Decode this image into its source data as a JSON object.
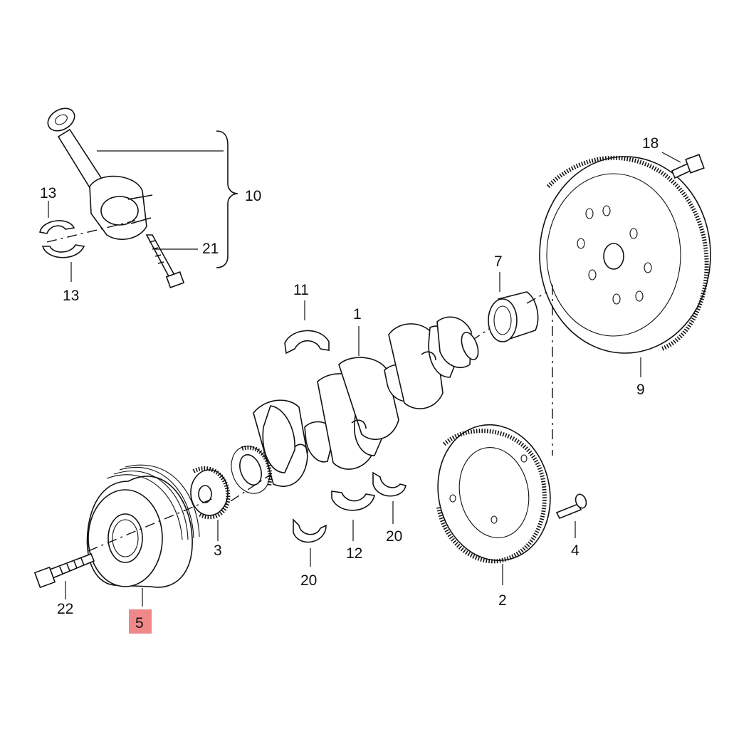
{
  "diagram": {
    "labels": {
      "p1": "1",
      "p2": "2",
      "p3": "3",
      "p4": "4",
      "p5": "5",
      "p7": "7",
      "p9": "9",
      "p10": "10",
      "p11": "11",
      "p12": "12",
      "p13a": "13",
      "p13b": "13",
      "p18": "18",
      "p20a": "20",
      "p20b": "20",
      "p21": "21",
      "p22": "22"
    },
    "highlight_color": "#f0888a"
  }
}
